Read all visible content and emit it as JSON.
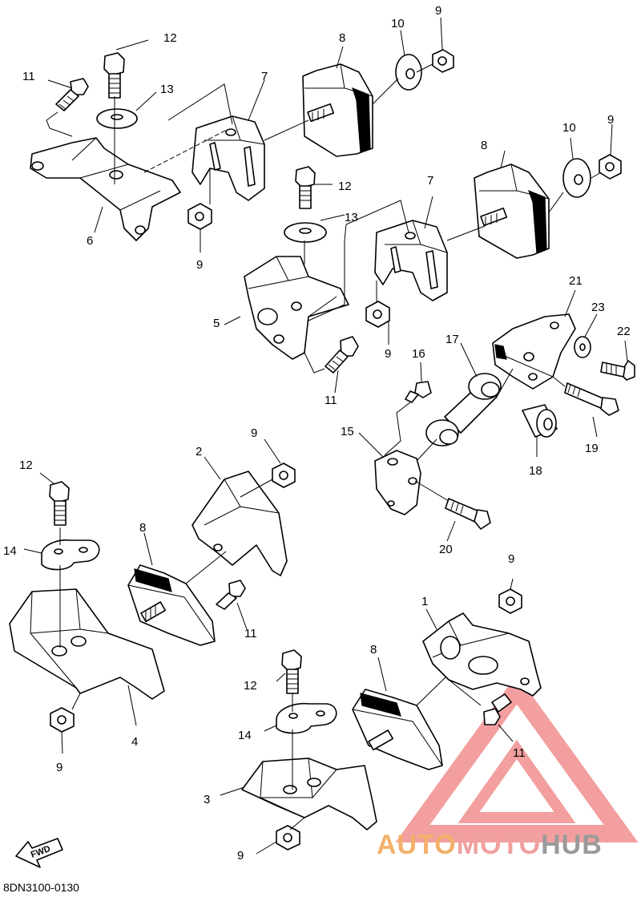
{
  "diagram": {
    "code": "8DN3100-0130",
    "fwd_label": "FWD",
    "callouts": [
      {
        "id": "c12a",
        "label": "12"
      },
      {
        "id": "c11a",
        "label": "11"
      },
      {
        "id": "c13a",
        "label": "13"
      },
      {
        "id": "c7a",
        "label": "7"
      },
      {
        "id": "c8a",
        "label": "8"
      },
      {
        "id": "c10a",
        "label": "10"
      },
      {
        "id": "c9a",
        "label": "9"
      },
      {
        "id": "c6",
        "label": "6"
      },
      {
        "id": "c9b",
        "label": "9"
      },
      {
        "id": "c12b",
        "label": "12"
      },
      {
        "id": "c13b",
        "label": "13"
      },
      {
        "id": "c7b",
        "label": "7"
      },
      {
        "id": "c8b",
        "label": "8"
      },
      {
        "id": "c10b",
        "label": "10"
      },
      {
        "id": "c9c",
        "label": "9"
      },
      {
        "id": "c5",
        "label": "5"
      },
      {
        "id": "c9d",
        "label": "9"
      },
      {
        "id": "c11b",
        "label": "11"
      },
      {
        "id": "c21",
        "label": "21"
      },
      {
        "id": "c23",
        "label": "23"
      },
      {
        "id": "c22",
        "label": "22"
      },
      {
        "id": "c17",
        "label": "17"
      },
      {
        "id": "c16",
        "label": "16"
      },
      {
        "id": "c15",
        "label": "15"
      },
      {
        "id": "c19",
        "label": "19"
      },
      {
        "id": "c18",
        "label": "18"
      },
      {
        "id": "c20",
        "label": "20"
      },
      {
        "id": "c9e",
        "label": "9"
      },
      {
        "id": "c2",
        "label": "2"
      },
      {
        "id": "c12c",
        "label": "12"
      },
      {
        "id": "c8c",
        "label": "8"
      },
      {
        "id": "c14a",
        "label": "14"
      },
      {
        "id": "c11c",
        "label": "11"
      },
      {
        "id": "c4",
        "label": "4"
      },
      {
        "id": "c9f",
        "label": "9"
      },
      {
        "id": "c9g",
        "label": "9"
      },
      {
        "id": "c1",
        "label": "1"
      },
      {
        "id": "c8d",
        "label": "8"
      },
      {
        "id": "c12d",
        "label": "12"
      },
      {
        "id": "c14b",
        "label": "14"
      },
      {
        "id": "c11d",
        "label": "11"
      },
      {
        "id": "c3",
        "label": "3"
      },
      {
        "id": "c9h",
        "label": "9"
      }
    ]
  },
  "watermark": {
    "part1": "AUTO",
    "part2": "MOTO",
    "part3": "HUB",
    "colors": {
      "auto": "#f3b06a",
      "moto": "#f0a0a0",
      "hub": "#9a9a9a",
      "triangle": "#f08080"
    }
  }
}
